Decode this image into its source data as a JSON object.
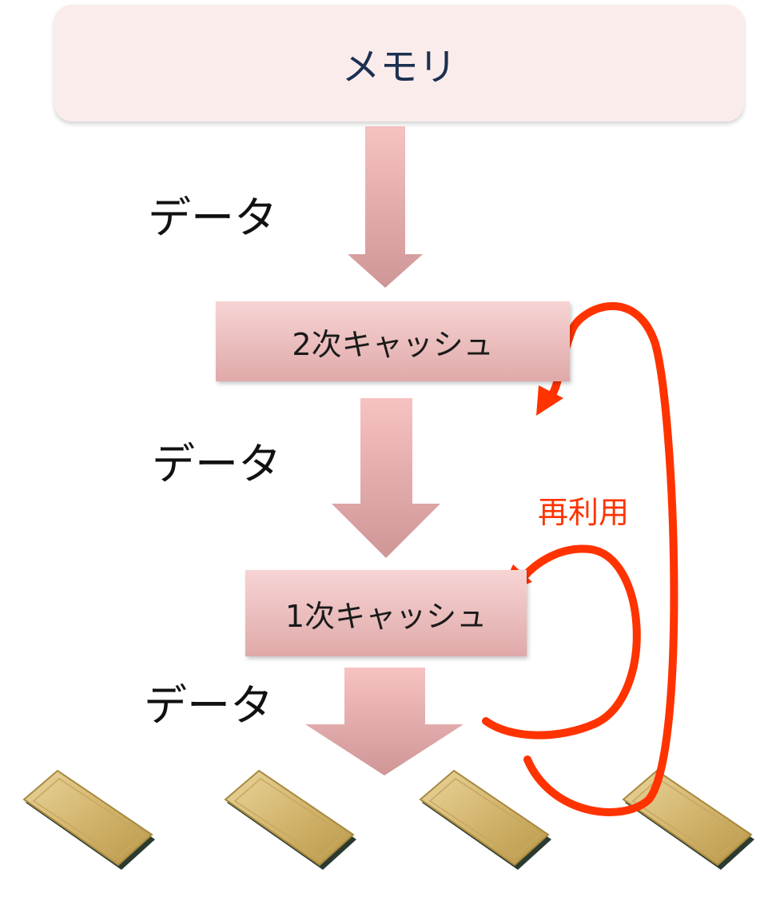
{
  "memory": {
    "label": "メモリ"
  },
  "l2_cache": {
    "label": "2次キャッシュ"
  },
  "l1_cache": {
    "label": "1次キャッシュ"
  },
  "data_labels": [
    "データ",
    "データ",
    "データ"
  ],
  "reuse_label": "再利用",
  "processor_count": 4,
  "colors": {
    "memory_box": "#fbecec",
    "memory_text": "#1c3050",
    "cache_top": "#f7d4d4",
    "cache_bottom": "#e0a9a9",
    "arrow_top": "#f7c2c2",
    "arrow_bottom": "#cf9696",
    "reuse": "#ff3300",
    "cpu_gold": "#d6bb78"
  }
}
